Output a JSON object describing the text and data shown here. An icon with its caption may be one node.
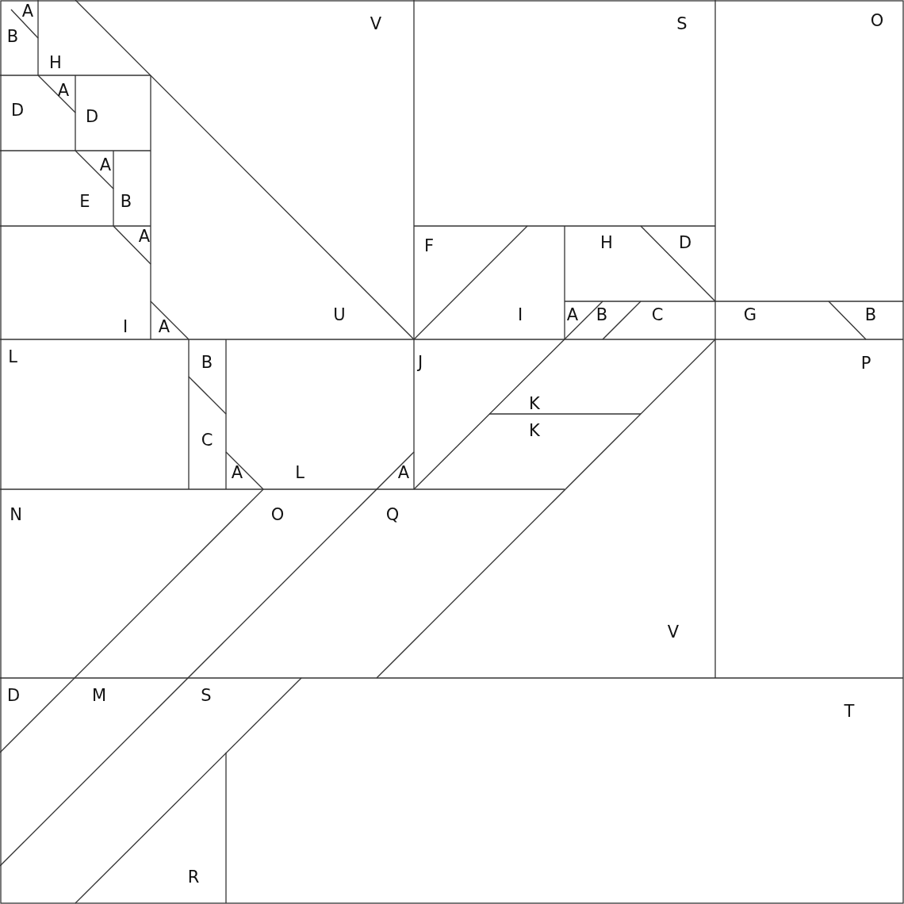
{
  "diagram": {
    "labels": [
      "A",
      "V",
      "S",
      "O",
      "B",
      "H",
      "A",
      "D",
      "D",
      "A",
      "E",
      "B",
      "A",
      "F",
      "H",
      "D",
      "I",
      "A",
      "U",
      "I",
      "A",
      "B",
      "C",
      "G",
      "B",
      "L",
      "B",
      "J",
      "P",
      "K",
      "K",
      "C",
      "A",
      "L",
      "A",
      "N",
      "O",
      "Q",
      "V",
      "D",
      "M",
      "S",
      "T",
      "R"
    ]
  }
}
